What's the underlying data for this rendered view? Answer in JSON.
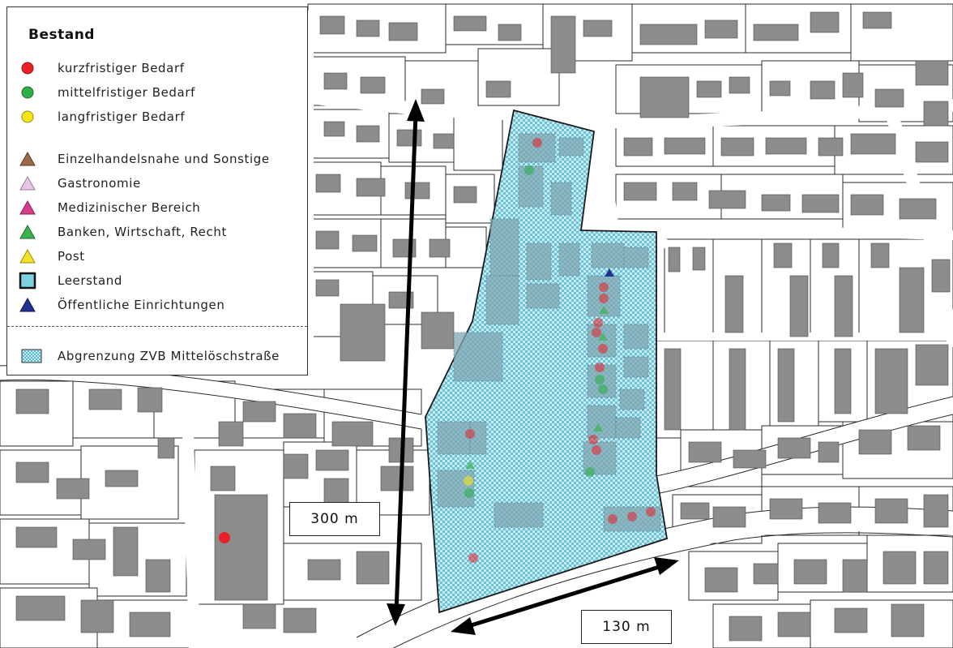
{
  "legend": {
    "title": "Bestand",
    "items": [
      {
        "label": "kurzfristiger Bedarf",
        "icon": "red-circle-icon",
        "shape": "circle",
        "color": "#e8202a"
      },
      {
        "label": "mittelfristiger Bedarf",
        "icon": "green-circle-icon",
        "shape": "circle",
        "color": "#2fae4a"
      },
      {
        "label": "langfristiger Bedarf",
        "icon": "yellow-circle-icon",
        "shape": "circle",
        "color": "#f6e51a"
      },
      {
        "label": "Einzelhandelsnahe und Sonstige",
        "icon": "brown-triangle-icon",
        "shape": "triangle",
        "color": "#9b6a4a"
      },
      {
        "label": "Gastronomie",
        "icon": "lilac-triangle-icon",
        "shape": "triangle",
        "color": "#e6c6e4"
      },
      {
        "label": "Medizinischer Bereich",
        "icon": "magenta-triangle-icon",
        "shape": "triangle",
        "color": "#d63c8a"
      },
      {
        "label": "Banken, Wirtschaft, Recht",
        "icon": "green-triangle-icon",
        "shape": "triangle",
        "color": "#3bb24f"
      },
      {
        "label": "Post",
        "icon": "yellow-triangle-icon",
        "shape": "triangle",
        "color": "#f2e126"
      },
      {
        "label": "Leerstand",
        "icon": "cyan-square-icon",
        "shape": "square",
        "color": "#7fd0e0"
      },
      {
        "label": "Öffentliche Einrichtungen",
        "icon": "blue-triangle-icon",
        "shape": "triangle",
        "color": "#22308f"
      }
    ],
    "boundary": {
      "label": "Abgrenzung ZVB Mittelöschstraße",
      "icon": "hatched-area-icon",
      "color": "#9bd6e4"
    }
  },
  "scale": {
    "vertical": "300 m",
    "horizontal": "130 m"
  },
  "colors": {
    "building": "#8c8c8c",
    "parcel_line": "#2b2b2b",
    "zone_fill": "#a6dbe8",
    "zone_hatch": "#5cb9cf",
    "street": "#ffffff"
  }
}
